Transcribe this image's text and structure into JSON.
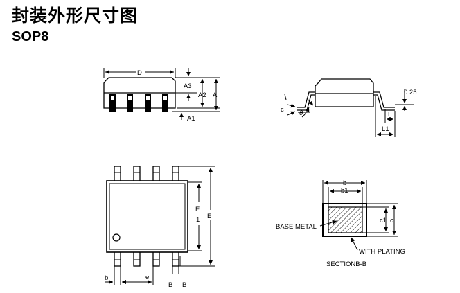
{
  "header": {
    "title": "封装外形尺寸图",
    "subtitle": "SOP8"
  },
  "side_view": {
    "labels": {
      "D": "D",
      "A3": "A3",
      "A2": "A2",
      "A": "A",
      "A1": "A1"
    }
  },
  "end_view": {
    "labels": {
      "gauge": "0.25",
      "c": "c",
      "theta": "θ",
      "L": "L",
      "L1": "L1"
    }
  },
  "top_view": {
    "labels": {
      "E1_top": "E",
      "E1_bottom": "1",
      "E": "E",
      "b": "b",
      "e": "e",
      "B_left": "B",
      "B_right": "B"
    }
  },
  "section_view": {
    "labels": {
      "b": "b",
      "b1": "b1",
      "c1": "c1",
      "c": "c",
      "base_metal": "BASE METAL",
      "with_plating": "WITH PLATING",
      "section": "SECTIONB-B"
    }
  }
}
